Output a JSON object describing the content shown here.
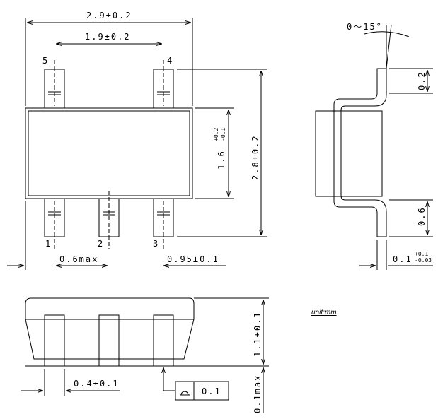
{
  "dims": {
    "overall_length": "2.9±0.2",
    "lead_span_top": "1.9±0.2",
    "body_width": "1.6",
    "body_width_tol_plus": "+0.2",
    "body_width_tol_minus": "-0.1",
    "overall_width": "2.8±0.2",
    "lead_offset": "0.6max",
    "pitch": "0.95±0.1",
    "angle": "0～15°",
    "standoff_top": "0.2",
    "lead_length": "0.6",
    "lead_thickness": "0.1",
    "lead_thickness_tol_plus": "+0.1",
    "lead_thickness_tol_minus": "-0.03",
    "height": "1.1±0.1",
    "lead_width": "0.4±0.1",
    "flatness": "0.1",
    "standoff_max": "0.1max"
  },
  "pins": {
    "p1": "1",
    "p2": "2",
    "p3": "3",
    "p4": "4",
    "p5": "5"
  },
  "unit_label": "unit:mm",
  "flatness_symbol": "flatness-symbol"
}
